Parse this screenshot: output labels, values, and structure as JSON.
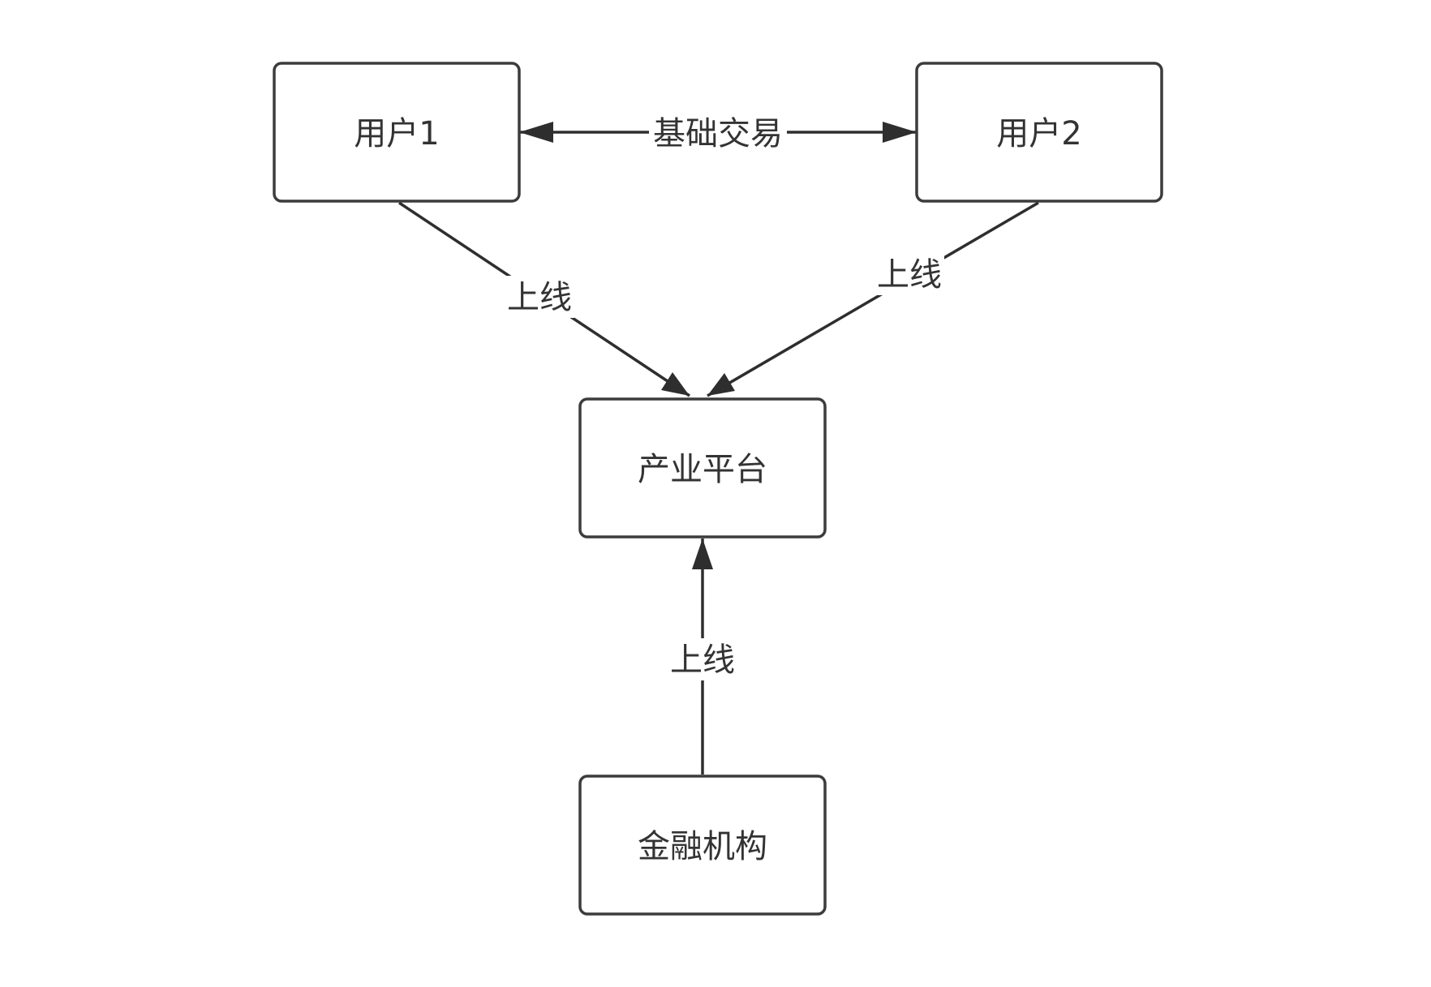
{
  "nodes": {
    "user1": "用户1",
    "user2": "用户2",
    "platform": "产业平台",
    "finance": "金融机构"
  },
  "edges": {
    "trade": "基础交易",
    "online_user1": "上线",
    "online_user2": "上线",
    "online_finance": "上线"
  }
}
